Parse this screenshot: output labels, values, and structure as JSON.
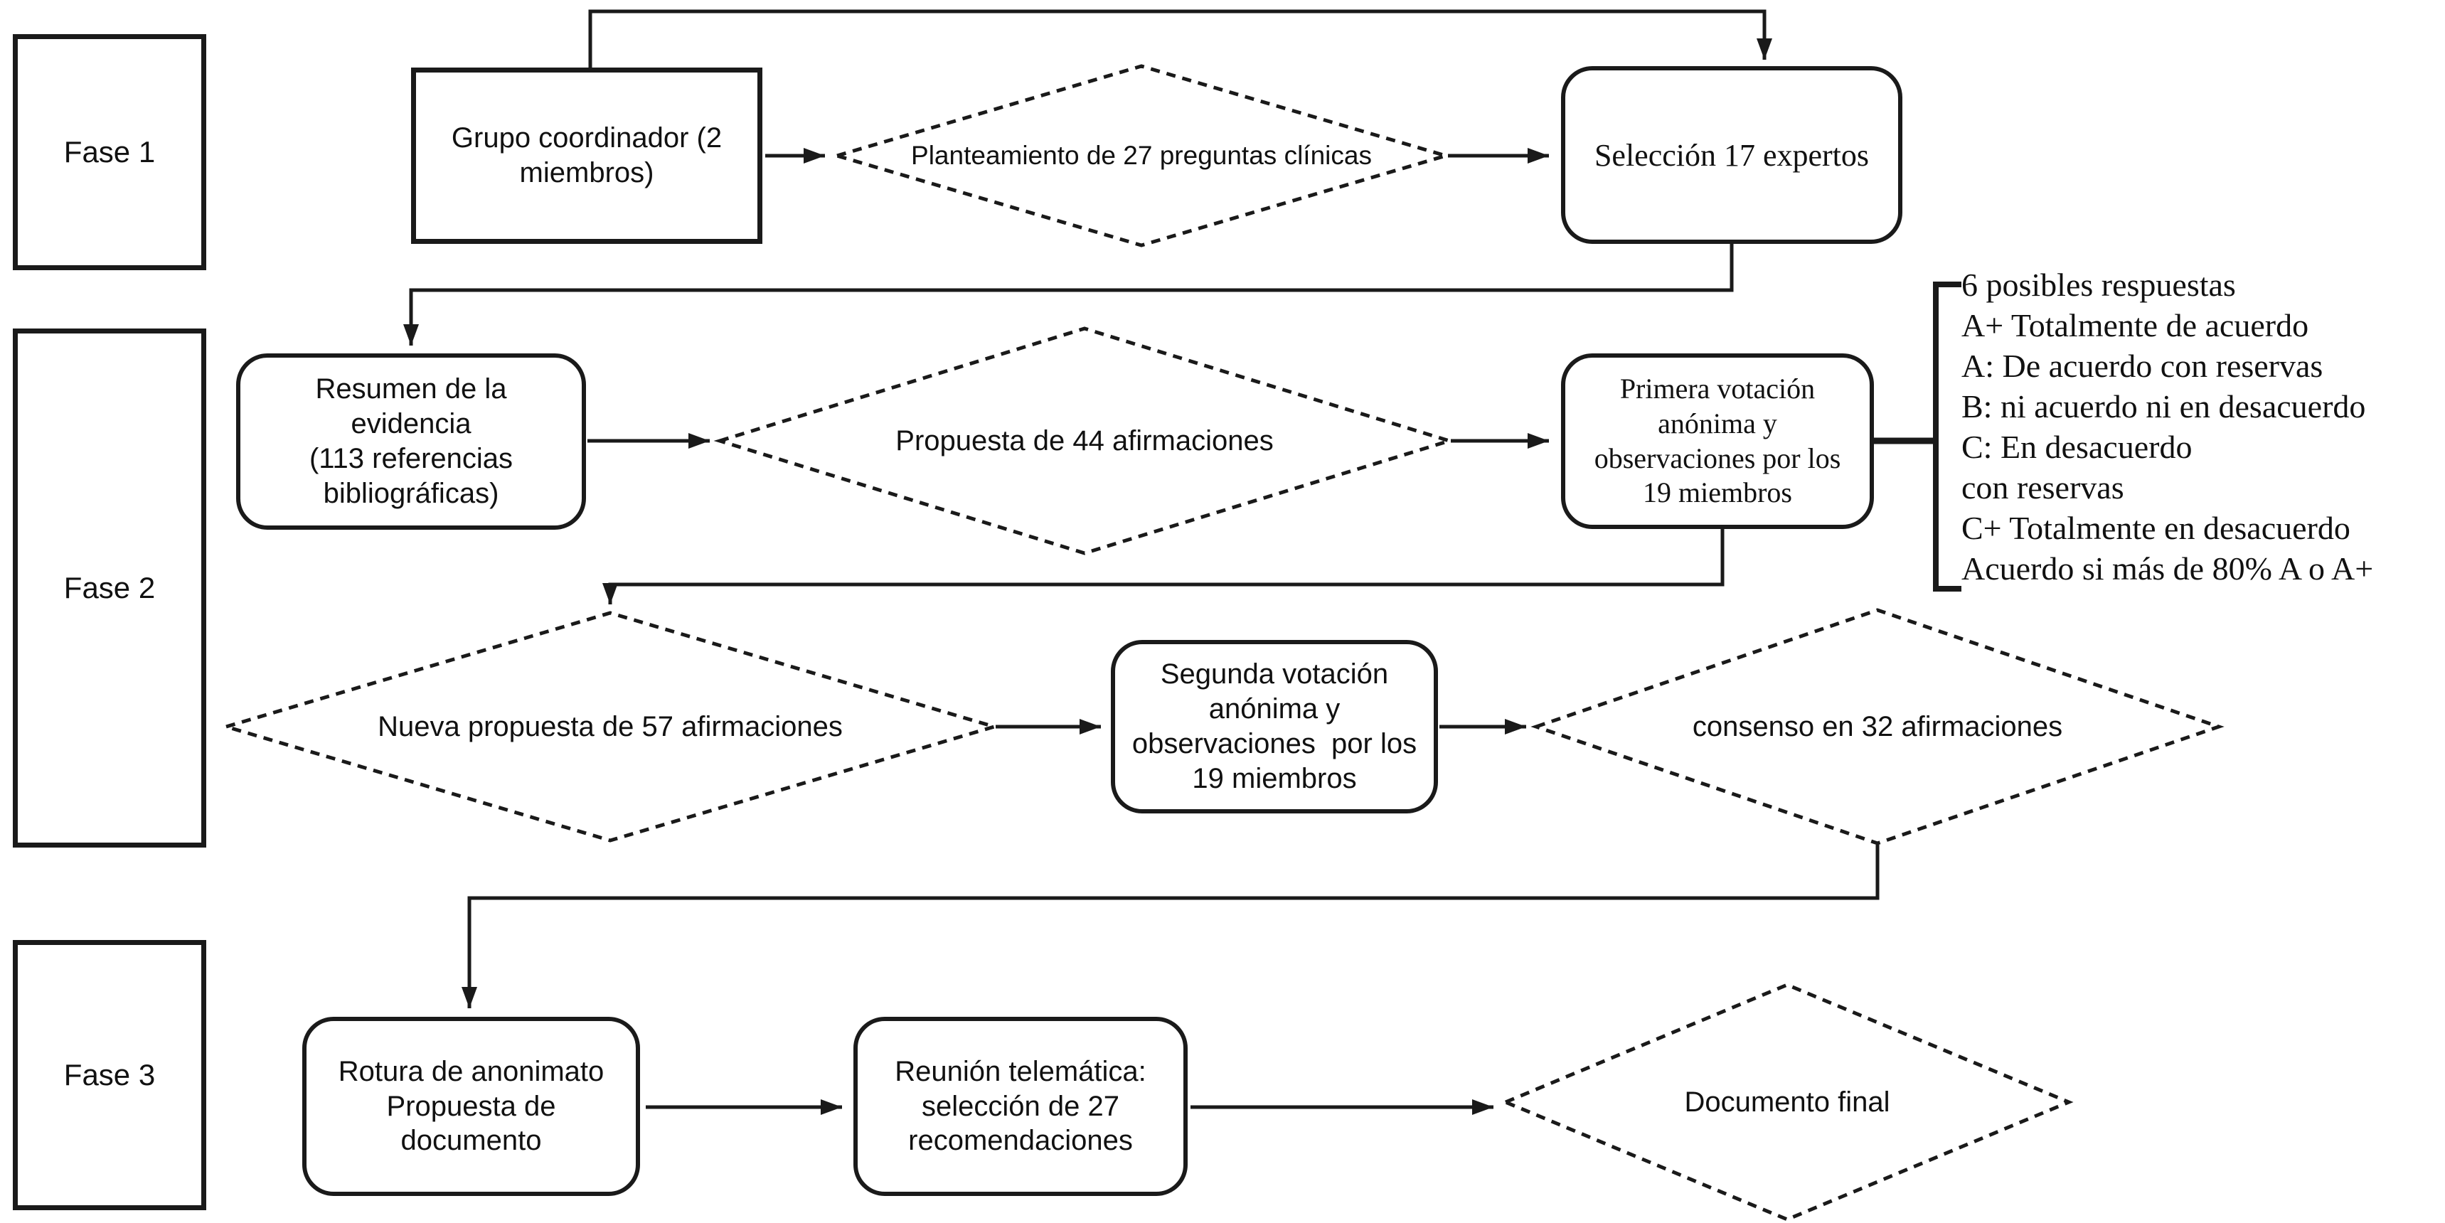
{
  "colors": {
    "line": "#1a1a1a",
    "text": "#111111",
    "canvas_background": "#ffffff"
  },
  "phases": [
    {
      "label": "Fase 1"
    },
    {
      "label": "Fase 2"
    },
    {
      "label": "Fase 3"
    }
  ],
  "nodes": {
    "grupo_coordinador": {
      "lines": [
        "Grupo coordinador (2",
        "miembros)"
      ]
    },
    "planteamiento": {
      "text": "Planteamiento de 27 preguntas clínicas"
    },
    "seleccion_expertos": {
      "text": "Selección 17 expertos"
    },
    "resumen_evidencia": {
      "lines": [
        "Resumen de la",
        "evidencia",
        "(113 referencias",
        "bibliográficas)"
      ]
    },
    "propuesta_44": {
      "text": "Propuesta de 44 afirmaciones"
    },
    "primera_votacion": {
      "lines": [
        "Primera votación",
        "anónima y",
        "observaciones por los",
        "19 miembros"
      ]
    },
    "nueva_propuesta_57": {
      "text": "Nueva propuesta de 57 afirmaciones"
    },
    "segunda_votacion": {
      "lines": [
        "Segunda votación",
        "anónima y",
        "observaciones  por los",
        "19 miembros"
      ]
    },
    "consenso_32": {
      "text": "consenso en 32 afirmaciones"
    },
    "rotura_anonimato": {
      "lines": [
        "Rotura de anonimato",
        "Propuesta de",
        "documento"
      ]
    },
    "reunion_telematica": {
      "lines": [
        "Reunión telemática:",
        "selección de 27",
        "recomendaciones"
      ]
    },
    "documento_final": {
      "text": "Documento final"
    }
  },
  "legend": {
    "lines": [
      "6 posibles respuestas",
      "A+ Totalmente de acuerdo",
      "A: De acuerdo con reservas",
      "B: ni acuerdo ni en desacuerdo",
      "C: En desacuerdo",
      "con reservas",
      "C+ Totalmente en desacuerdo",
      "Acuerdo si más de 80% A o A+"
    ]
  }
}
